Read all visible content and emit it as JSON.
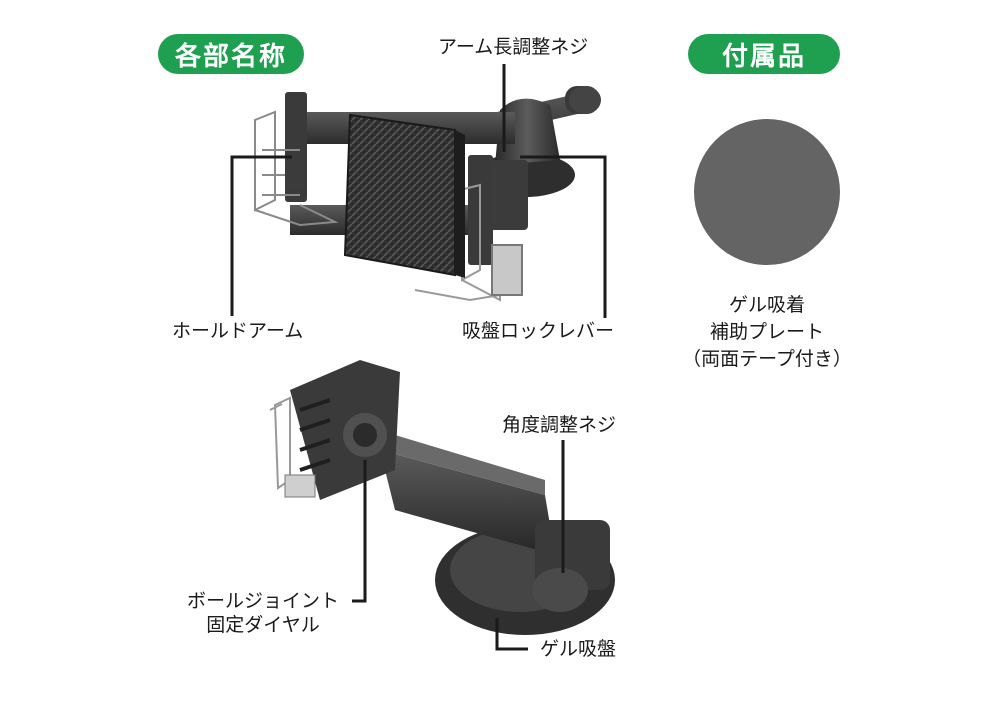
{
  "headings": {
    "parts_names": "各部名称",
    "accessories": "付属品"
  },
  "labels": {
    "arm_length_screw": "アーム長調整ネジ",
    "hold_arm": "ホールドアーム",
    "suction_lock_lever": "吸盤ロックレバー",
    "angle_screw": "角度調整ネジ",
    "ball_joint_line1": "ボールジョイント",
    "ball_joint_line2": "固定ダイヤル",
    "gel_suction_cup": "ゲル吸盤"
  },
  "accessory": {
    "line1": "ゲル吸着",
    "line2": "補助プレート",
    "line3": "（両面テープ付き）",
    "plate_color": "#646464"
  },
  "colors": {
    "accent": "#1fa050"
  }
}
